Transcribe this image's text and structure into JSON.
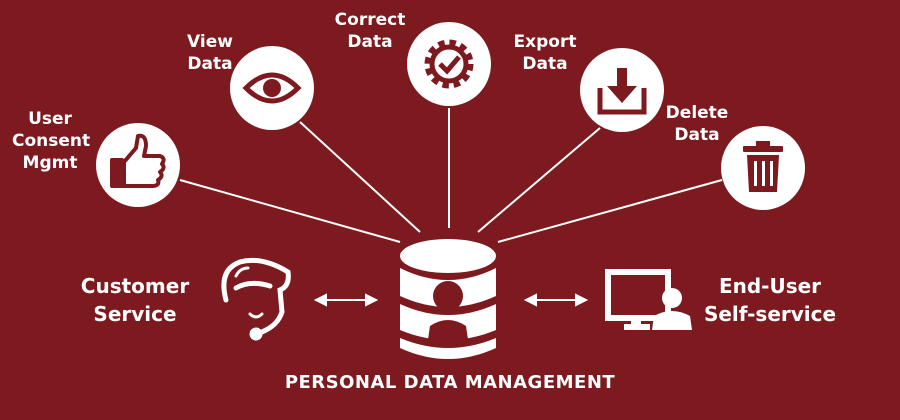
{
  "colors": {
    "background": "#7c1a1f",
    "foreground": "#ffffff"
  },
  "title": "PERSONAL DATA MANAGEMENT",
  "actions": [
    {
      "label_lines": [
        "User",
        "Consent",
        "Mgmt"
      ],
      "icon": "thumbs-up-icon"
    },
    {
      "label_lines": [
        "View",
        "Data"
      ],
      "icon": "eye-icon"
    },
    {
      "label_lines": [
        "Correct",
        "Data"
      ],
      "icon": "gear-check-icon"
    },
    {
      "label_lines": [
        "Export",
        "Data"
      ],
      "icon": "download-icon"
    },
    {
      "label_lines": [
        "Delete",
        "Data"
      ],
      "icon": "trash-icon"
    }
  ],
  "left": {
    "label_lines": [
      "Customer",
      "Service"
    ],
    "icon": "support-agent-icon"
  },
  "right": {
    "label_lines": [
      "End-User",
      "Self-service"
    ],
    "icon": "computer-user-icon"
  },
  "center": {
    "icon": "database-user-icon"
  }
}
